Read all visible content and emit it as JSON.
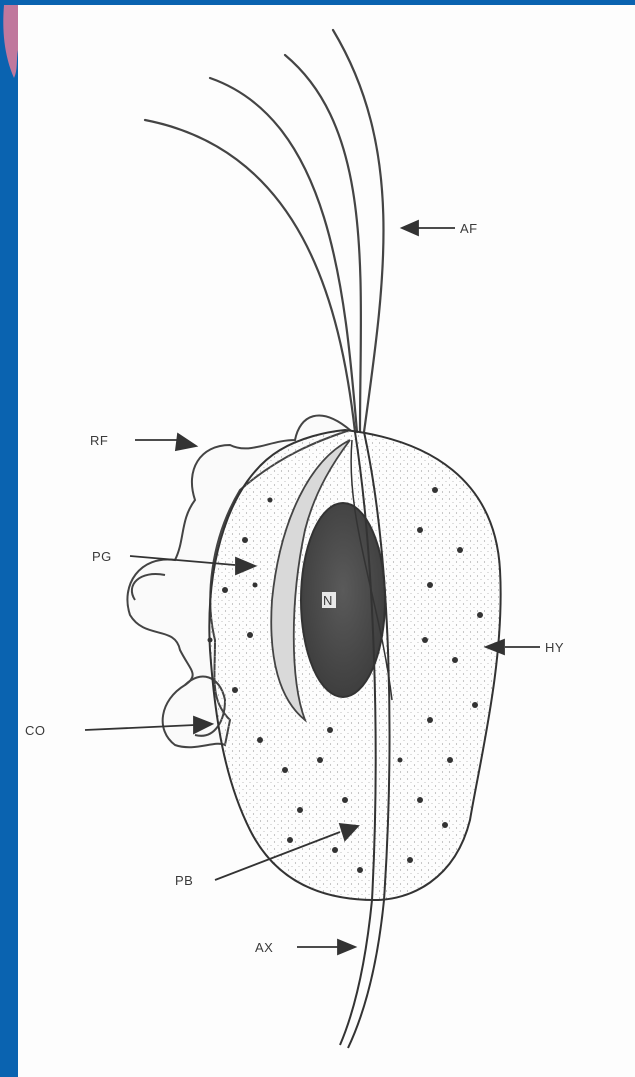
{
  "labels": {
    "af": "AF",
    "rf": "RF",
    "pg": "PG",
    "hy": "HY",
    "co": "CO",
    "pb": "PB",
    "ax": "AX",
    "nucleus": "N"
  },
  "colors": {
    "background": "#0a63b0",
    "panel": "#fdfdfd",
    "ink": "#3a3a3a",
    "nucleus": "#4a4a4a"
  }
}
